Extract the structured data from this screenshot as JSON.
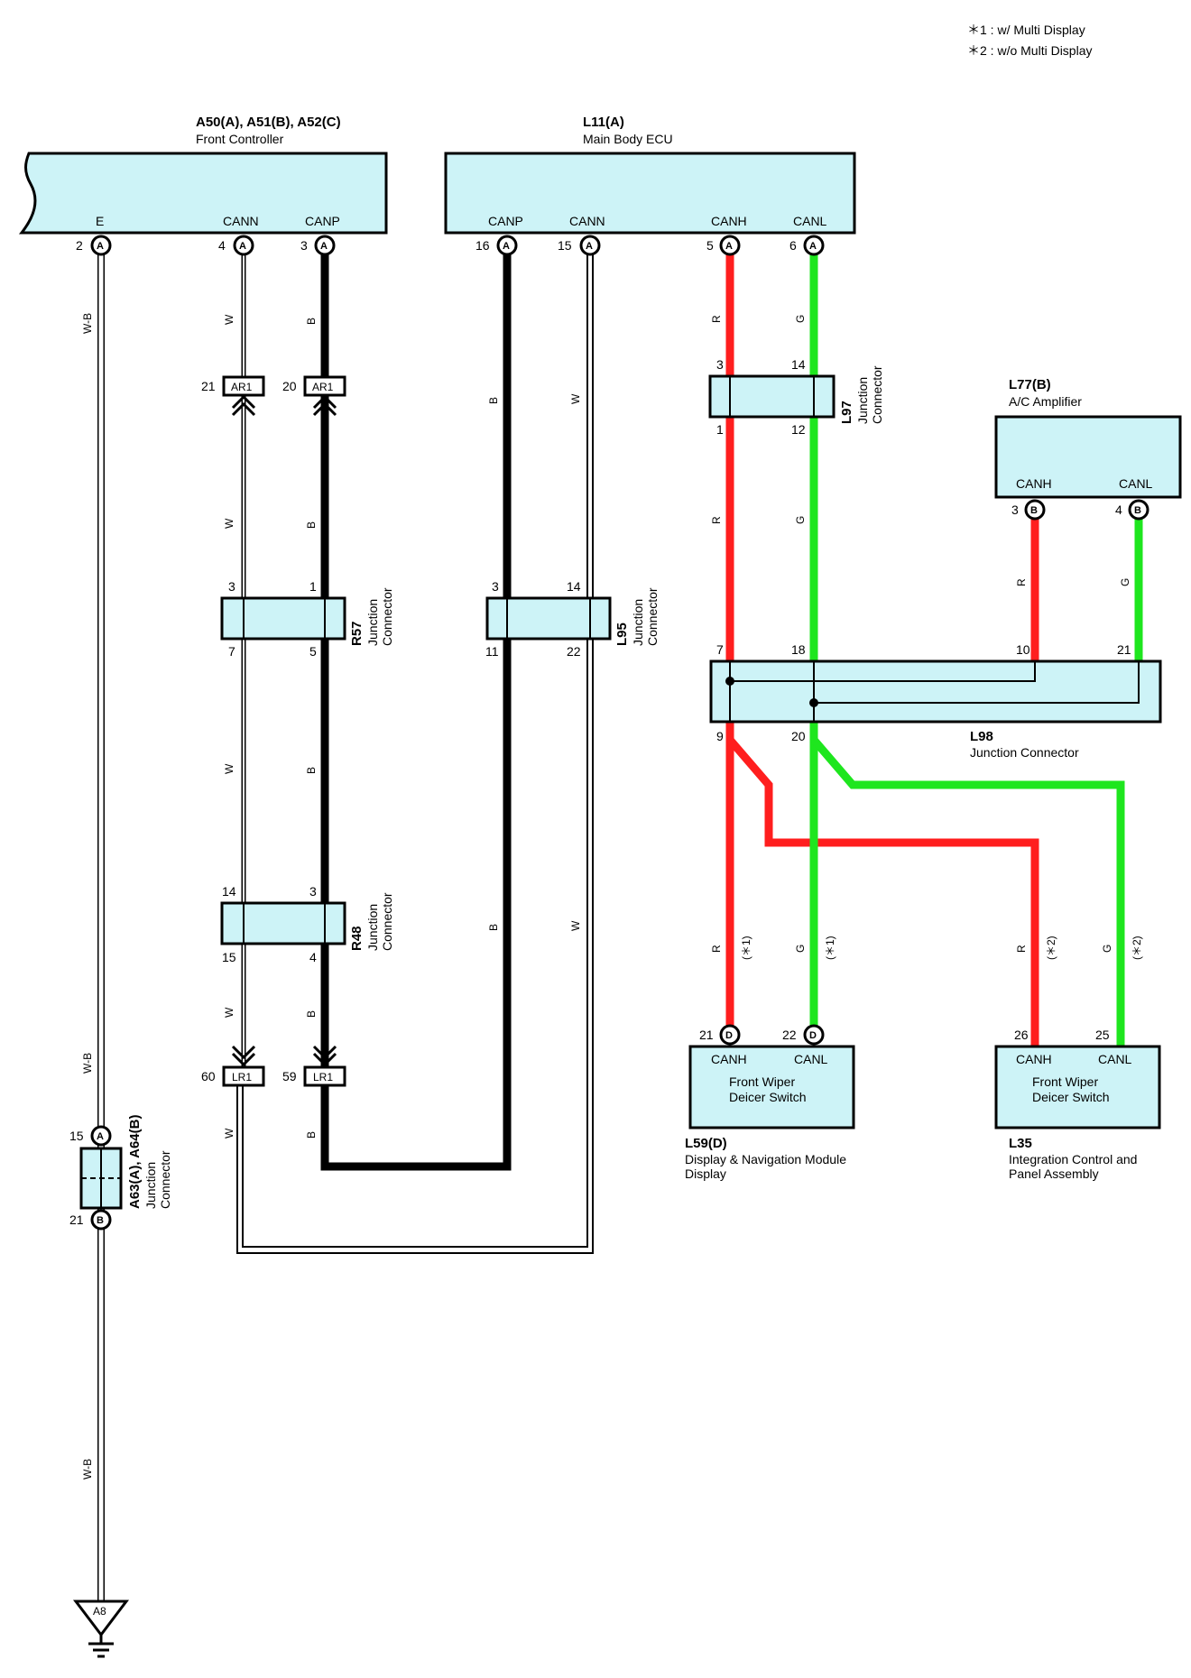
{
  "notes": [
    "＊1 : w/ Multi Display",
    "＊2 : w/o Multi Display"
  ],
  "components": {
    "front_controller": {
      "code": "A50(A), A51(B), A52(C)",
      "name": "Front Controller",
      "pins": {
        "E": "E",
        "CANN": "CANN",
        "CANP": "CANP"
      }
    },
    "main_body_ecu": {
      "code": "L11(A)",
      "name": "Main Body ECU",
      "pins": {
        "CANP": "CANP",
        "CANN": "CANN",
        "CANH": "CANH",
        "CANL": "CANL"
      }
    },
    "ac_amplifier": {
      "code": "L77(B)",
      "name": "A/C Amplifier",
      "pins": {
        "CANH": "CANH",
        "CANL": "CANL"
      }
    },
    "display_nav": {
      "code": "L59(D)",
      "name_line1": "Display & Navigation Module",
      "name_line2": "Display",
      "inner1": "Front Wiper",
      "inner2": "Deicer Switch",
      "pins": {
        "CANH": "CANH",
        "CANL": "CANL"
      }
    },
    "integration_panel": {
      "code": "L35",
      "name_line1": "Integration Control and",
      "name_line2": "Panel Assembly",
      "inner1": "Front Wiper",
      "inner2": "Deicer Switch",
      "pins": {
        "CANH": "CANH",
        "CANL": "CANL"
      }
    }
  },
  "junctions": {
    "r57": {
      "code": "R57",
      "l1": "Junction",
      "l2": "Connector"
    },
    "r48": {
      "code": "R48",
      "l1": "Junction",
      "l2": "Connector"
    },
    "l95": {
      "code": "L95",
      "l1": "Junction",
      "l2": "Connector"
    },
    "l97": {
      "code": "L97",
      "l1": "Junction",
      "l2": "Connector"
    },
    "l98": {
      "code": "L98",
      "name": "Junction Connector"
    },
    "a63": {
      "code": "A63(A), A64(B)",
      "l1": "Junction",
      "l2": "Connector"
    }
  },
  "connectors": {
    "ar1": "AR1",
    "lr1": "LR1",
    "ground": "A8"
  },
  "pin_letters": {
    "A": "A",
    "B": "B",
    "D": "D"
  },
  "pin_numbers": {
    "fc_e": "2",
    "fc_cann": "4",
    "fc_canp": "3",
    "ecu_canp": "16",
    "ecu_cann": "15",
    "ecu_canh": "5",
    "ecu_canl": "6",
    "ar1_w": "21",
    "ar1_b": "20",
    "r57_tl": "3",
    "r57_tr": "1",
    "r57_bl": "7",
    "r57_br": "5",
    "r48_tl": "14",
    "r48_tr": "3",
    "r48_bl": "15",
    "r48_br": "4",
    "lr1_w": "60",
    "lr1_b": "59",
    "l95_tl": "3",
    "l95_tr": "14",
    "l95_bl": "11",
    "l95_br": "22",
    "l97_tl": "3",
    "l97_tr": "14",
    "l97_bl": "1",
    "l97_br": "12",
    "ac_canh": "3",
    "ac_canl": "4",
    "l98_t1": "7",
    "l98_t2": "18",
    "l98_t3": "10",
    "l98_t4": "21",
    "l98_b1": "9",
    "l98_b2": "20",
    "dn_canh": "21",
    "dn_canl": "22",
    "ip_canh": "26",
    "ip_canl": "25",
    "a63_top": "15",
    "a63_bot": "21"
  },
  "wire_colors": {
    "wb": "W-B",
    "w": "W",
    "b": "B",
    "r": "R",
    "g": "G"
  },
  "wire_notes": {
    "n1": "(＊1)",
    "n2": "(＊2)"
  },
  "colors": {
    "box": "#cdf3f7",
    "red": "#ff1e1e",
    "green": "#1ee61e",
    "black": "#000000"
  }
}
